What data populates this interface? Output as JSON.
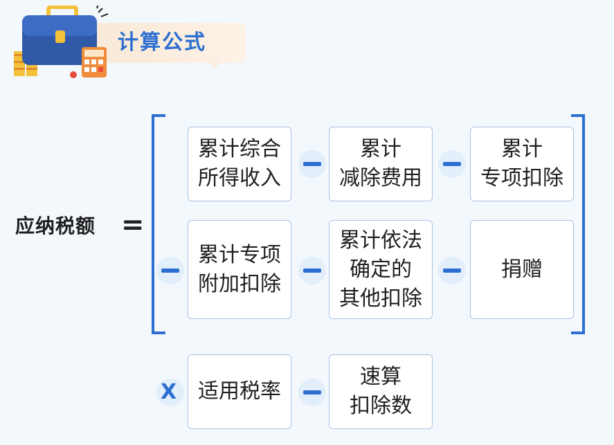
{
  "header": {
    "title": "计算公式",
    "icon": "briefcase-calculator-icon"
  },
  "formula": {
    "lhs": "应纳税额",
    "equals": "=",
    "minus": "−",
    "times": "X",
    "row1": [
      "累计综合\n所得收入",
      "累计\n减除费用",
      "累计\n专项扣除"
    ],
    "row2": [
      "累计专项\n附加扣除",
      "累计依法\n确定的\n其他扣除",
      "捐赠"
    ],
    "row3": [
      "适用税率",
      "速算\n扣除数"
    ]
  },
  "colors": {
    "accent": "#2d6fd0",
    "box_border": "#a9c3e0",
    "background": "#f3f8fd"
  }
}
